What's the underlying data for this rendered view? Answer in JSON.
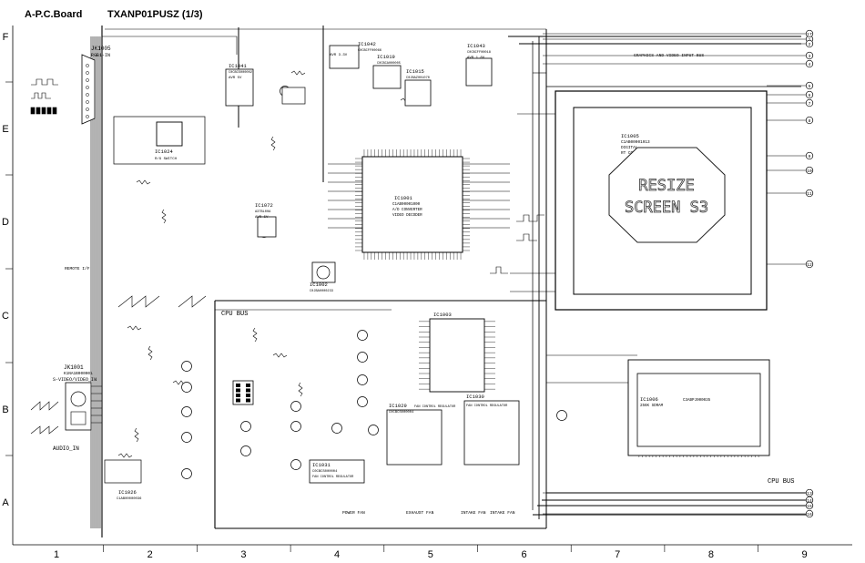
{
  "header": {
    "board": "A-P.C.Board",
    "model": "TXANP01PUSZ (1/3)"
  },
  "row_labels": [
    "F",
    "E",
    "D",
    "C",
    "B",
    "A"
  ],
  "col_labels": [
    "1",
    "2",
    "3",
    "4",
    "5",
    "6",
    "7",
    "8",
    "9"
  ],
  "components": {
    "ic1001": {
      "ref": "IC1001",
      "part": "C1AB00001000",
      "desc1": "A/D CONVERTER",
      "desc2": "VIDEO DECODER"
    },
    "ic1002": {
      "ref": "IC1002",
      "part": "C0JBA0000233"
    },
    "ic1003": {
      "ref": "IC1003"
    },
    "ic1005": {
      "ref": "IC1005",
      "part": "C1AB00001913",
      "desc1": "DIGITAL",
      "desc2": "RT CONTROL"
    },
    "ic1006": {
      "ref": "IC1006",
      "part": "C3ABPJ000035",
      "desc": "256K SDRAM"
    },
    "ic1015": {
      "ref": "IC1015",
      "part": "C0JBAZ001070"
    },
    "ic1019": {
      "ref": "IC1019",
      "part": "C0CBCA000005"
    },
    "ic1024": {
      "ref": "IC1024",
      "desc": "R/G SWITCH"
    },
    "ic1026": {
      "ref": "IC1026",
      "part": "C1AB00000036"
    },
    "ic1029": {
      "ref": "IC1029",
      "part": "C0CBCS000004",
      "desc": "FAN CONTROL REGULATOR"
    },
    "ic1030": {
      "ref": "IC1030",
      "desc": "FAN CONTROL REGULATOR"
    },
    "ic1031": {
      "ref": "IC1031",
      "part": "C0CBCS000004",
      "desc": "FAN CONTROL REGULATOR"
    },
    "ic1041": {
      "ref": "IC1041",
      "part": "C0CBCS000002",
      "desc": "AVR 5V"
    },
    "ic1042": {
      "ref": "IC1042",
      "part": "C0CBCFF00066",
      "desc": "AVR 3.3V"
    },
    "ic1043": {
      "ref": "IC1043",
      "part": "C0CBCFF00018",
      "desc": "AVR 1.8V"
    },
    "ic1072": {
      "ref": "IC1072",
      "part": "A3TBL00A",
      "desc": "AVR 5V"
    }
  },
  "jacks": {
    "jk1005": {
      "ref": "JK1005",
      "desc": "RGB1-IN"
    },
    "jk1001": {
      "ref": "JK1001",
      "part": "K1NA1B000001",
      "desc": "S-VIDEO/VIDEO_IN"
    }
  },
  "texts": {
    "resize": "RESIZE",
    "screen": "SCREEN S3",
    "cpu_bus_1": "CPU BUS",
    "cpu_bus_2": "CPU BUS",
    "audio_in": "AUDIO_IN",
    "power_fan": "POWER FAN",
    "exhaust_fan": "EXHAUST FAN",
    "intake_fan_1": "INTAKE FAN",
    "intake_fan_2": "INTAKE FAN",
    "graphics_bus": "GRAPHICS AND VIDEO INPUT BUS",
    "remote": "REMOTE I/F"
  },
  "connectors_right": [
    "1",
    "2",
    "3",
    "4",
    "5",
    "6",
    "7",
    "8",
    "9",
    "10",
    "11",
    "12",
    "13",
    "14",
    "15",
    "16",
    "17"
  ]
}
